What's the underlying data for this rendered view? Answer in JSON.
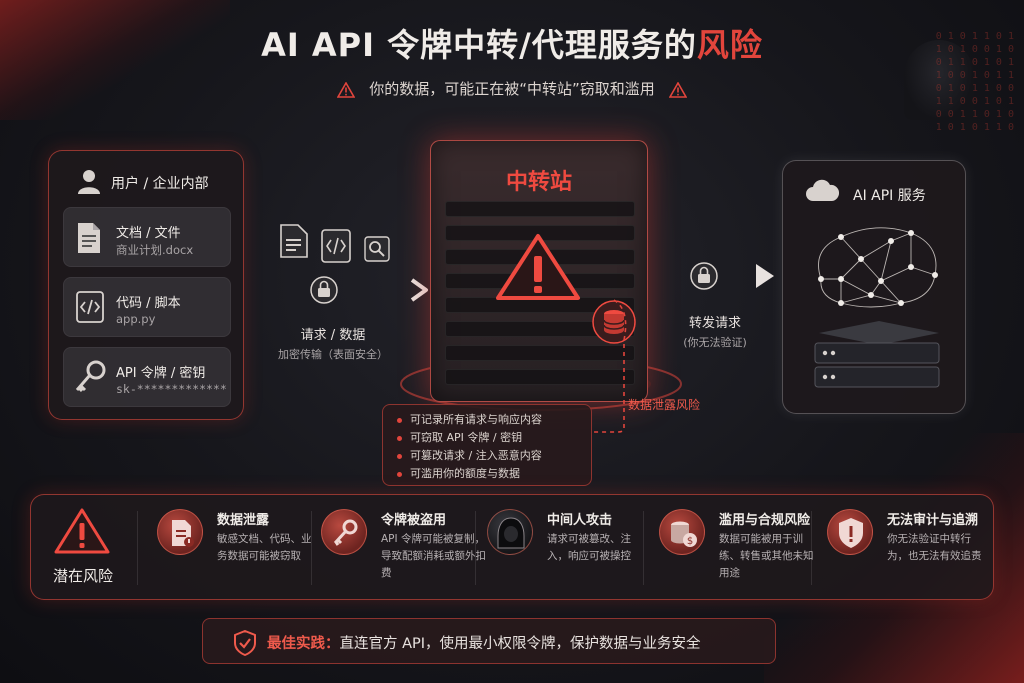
{
  "title": {
    "main": "AI API 令牌中转/代理服务的",
    "highlight": "风险"
  },
  "subtitle": "你的数据，可能正在被“中转站”窃取和滥用",
  "user_panel": {
    "title": "用户 / 企业内部",
    "cards": [
      {
        "title": "文档 / 文件",
        "sub": "商业计划.docx",
        "icon": "document-icon"
      },
      {
        "title": "代码 / 脚本",
        "sub": "app.py",
        "icon": "code-file-icon"
      },
      {
        "title": "API 令牌 / 密钥",
        "sub": "sk-*************",
        "icon": "key-icon"
      }
    ]
  },
  "request_flow": {
    "label": "请求 / 数据",
    "sub": "加密传输（表面安全）"
  },
  "relay": {
    "title": "中转站",
    "leak_label": "数据泄露风险"
  },
  "relay_risks": [
    "可记录所有请求与响应内容",
    "可窃取 API 令牌 / 密钥",
    "可篡改请求 / 注入恶意内容",
    "可滥用你的额度与数据"
  ],
  "forward_flow": {
    "label": "转发请求",
    "sub": "(你无法验证)"
  },
  "ai_service": {
    "title": "AI API 服务"
  },
  "potential_risk": {
    "label": "潜在风险"
  },
  "risks": [
    {
      "name": "数据泄露",
      "desc": "敏感文档、代码、业务数据可能被窃取",
      "icon": "leaked-document-icon"
    },
    {
      "name": "令牌被盗用",
      "desc": "API 令牌可能被复制，导致配额消耗或额外扣费",
      "icon": "key-icon"
    },
    {
      "name": "中间人攻击",
      "desc": "请求可被篡改、注入，响应可被操控",
      "icon": "hacker-icon"
    },
    {
      "name": "滥用与合规风险",
      "desc": "数据可能被用于训练、转售或其他未知用途",
      "icon": "coins-icon"
    },
    {
      "name": "无法审计与追溯",
      "desc": "你无法验证中转行为，也无法有效追责",
      "icon": "shield-warning-icon"
    }
  ],
  "best_practice": {
    "label": "最佳实践：",
    "text": "直连官方 API，使用最小权限令牌，保护数据与业务安全"
  },
  "colors": {
    "accent": "#e2453c",
    "background": "#16161b",
    "panel_border": "#d2463c"
  }
}
